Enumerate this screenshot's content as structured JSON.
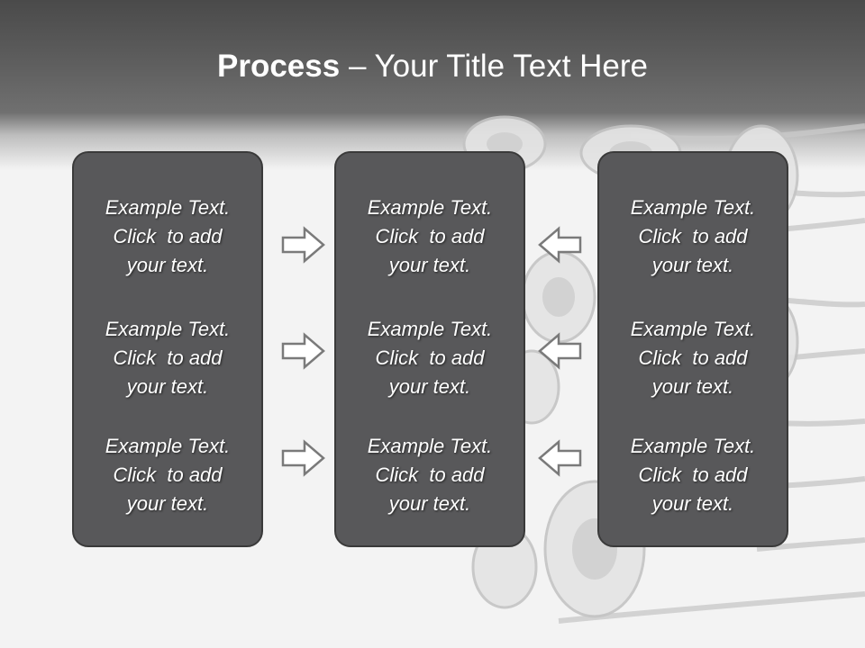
{
  "title": {
    "bold": "Process",
    "rest": " – Your Title Text Here"
  },
  "columns": [
    {
      "blocks": [
        {
          "lines": [
            "Example Text.",
            "Click  to add",
            "your text."
          ]
        },
        {
          "lines": [
            "Example Text.",
            "Click  to add",
            "your text."
          ]
        },
        {
          "lines": [
            "Example Text.",
            "Click  to add",
            "your text."
          ]
        }
      ]
    },
    {
      "blocks": [
        {
          "lines": [
            "Example Text.",
            "Click  to add",
            "your text."
          ]
        },
        {
          "lines": [
            "Example Text.",
            "Click  to add",
            "your text."
          ]
        },
        {
          "lines": [
            "Example Text.",
            "Click  to add",
            "your text."
          ]
        }
      ]
    },
    {
      "blocks": [
        {
          "lines": [
            "Example Text.",
            "Click  to add",
            "your text."
          ]
        },
        {
          "lines": [
            "Example Text.",
            "Click  to add",
            "your text."
          ]
        },
        {
          "lines": [
            "Example Text.",
            "Click  to add",
            "your text."
          ]
        }
      ]
    }
  ],
  "arrows": {
    "left_group_direction": "right",
    "right_group_direction": "left",
    "icon": "outline-arrow-icon"
  },
  "colors": {
    "header": "#5e5e5e",
    "panel": "#58585a",
    "panel_border": "#3a3a3a",
    "text": "#ffffff",
    "arrow_outline": "#7a7a7a",
    "background": "#f3f3f3"
  }
}
